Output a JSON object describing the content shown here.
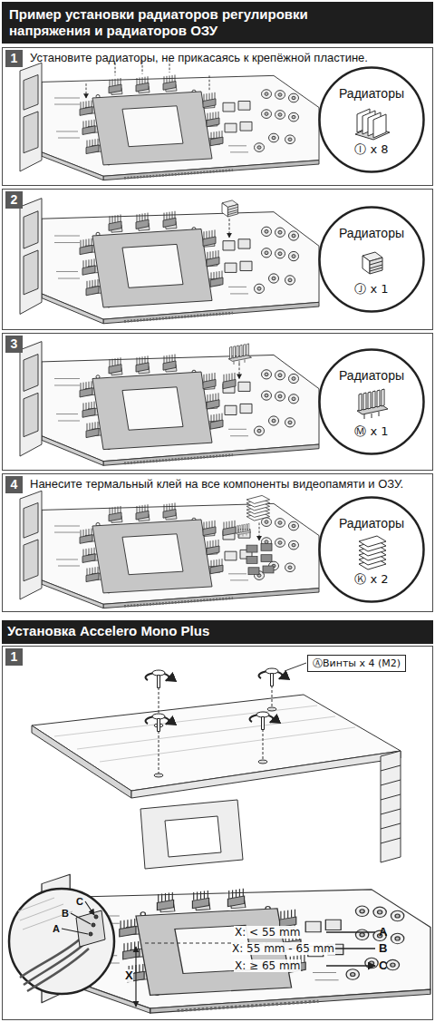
{
  "diagram": {
    "title": "Пример установки радиаторов регулировки напряжения и радиаторов ОЗУ",
    "nodes": [
      {
        "text": [
          "1",
          "Установите радиаторы, не прикасаясь к крепёжной пластине."
        ]
      },
      {
        "text": [
          "Радиаторы",
          "Ⓘ x 8"
        ],
        "in": 0
      },
      {
        "text": [
          "2"
        ]
      },
      {
        "text": [
          "Радиаторы",
          "Ⓙ x 1"
        ],
        "in": 2
      },
      {
        "text": [
          "3"
        ]
      },
      {
        "text": [
          "Радиаторы",
          "Ⓜ x 1"
        ],
        "in": 4
      },
      {
        "text": [
          "4",
          "Нанесите термальный клей на все компоненты видеопамяти и ОЗУ."
        ]
      },
      {
        "text": [
          "Радиаторы",
          "Ⓚ x 2"
        ],
        "in": 6
      },
      {
        "text": [
          "Установка Accelero Mono Plus"
        ]
      },
      {
        "text": [
          "1"
        ]
      },
      {
        "text": [
          "ⒶВинты x 4 (M2)"
        ],
        "in": 9
      }
    ],
    "labels": [
      "X: < 55 mm",
      "X: 55 mm - 65 mm",
      "X: ≥ 65 mm",
      "A",
      "B",
      "C",
      "A",
      "B",
      "C",
      "X"
    ]
  }
}
